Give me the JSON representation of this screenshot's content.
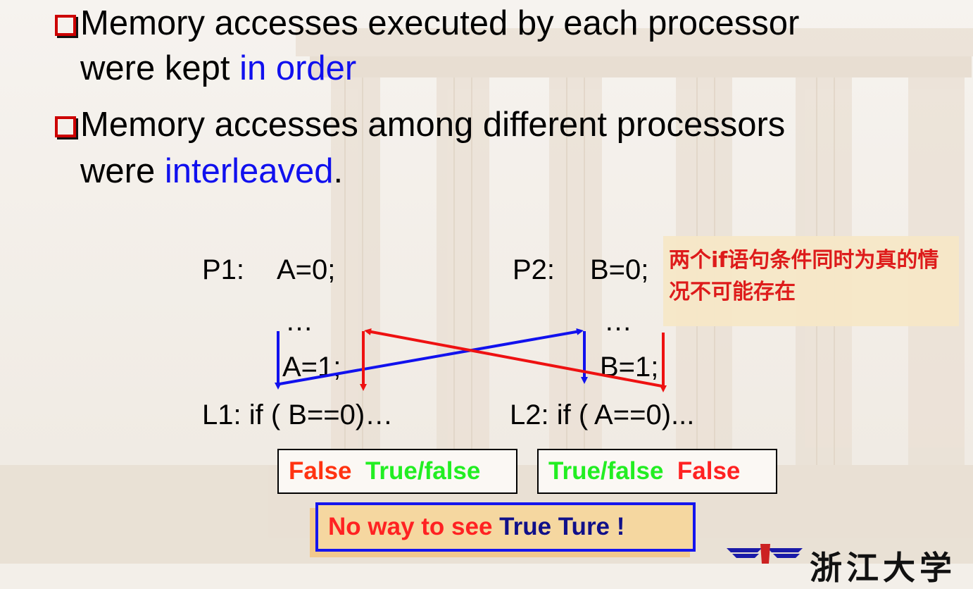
{
  "bullets": [
    {
      "text_before": "Memory accesses executed by each processor",
      "line2_before": "were kept ",
      "line2_highlight": "in order",
      "line2_after": ""
    },
    {
      "text_before": "Memory accesses among different processors",
      "line2_before": "were ",
      "line2_highlight": "interleaved",
      "line2_after": "."
    }
  ],
  "code": {
    "p1_label": "P1:",
    "p1_stmt": "A=0;",
    "p1_dots": "…",
    "p1_stmt2": "A=1;",
    "l1": "L1:  if ( B==0)…",
    "p2_label": "P2:",
    "p2_stmt": "B=0;",
    "p2_dots": "…",
    "p2_stmt2": "B=1;",
    "l2": "L2:  if ( A==0)..."
  },
  "note": {
    "text": "两个if语句条件同时为真的情况不可能存在"
  },
  "results": {
    "left": {
      "first": "False",
      "second": "True/false"
    },
    "right": {
      "first": "True/false",
      "second": "False"
    }
  },
  "conclusion": {
    "part1": "No way to see ",
    "part2": "True Ture  !"
  },
  "logo": {
    "text": "浙江大学"
  },
  "colors": {
    "highlight_blue": "#1010ee",
    "arrow_blue": "#1111ee",
    "arrow_red": "#ee1111",
    "false_red": "#ff2222",
    "true_green": "#22ee22"
  }
}
